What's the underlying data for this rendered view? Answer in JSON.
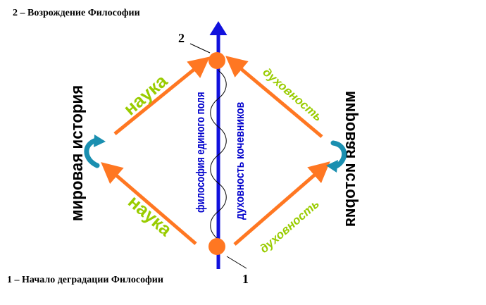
{
  "captions": {
    "top": "2 – Возрождение Философии",
    "bottom": "1 – Начало деградации Философии"
  },
  "points": {
    "top": "2",
    "bottom": "1"
  },
  "labels": {
    "science_upper": "наука",
    "science_lower": "наука",
    "spirituality_upper": "духовность",
    "spirituality_lower": "духовность",
    "world_history_left": "мировая история",
    "world_history_right": "мировая история",
    "unified_field": "философия единого поля",
    "nomad_spirituality": "духовность кочевников"
  },
  "colors": {
    "axis": "#1111dd",
    "arrows": "#ff7722",
    "nodes": "#ff7722",
    "cycle_icon": "#1a8fb0",
    "green_text": "#99cc00",
    "blue_text": "#0000cc"
  },
  "icons": [
    "curved-arrow-icon",
    "curved-arrow-icon"
  ]
}
